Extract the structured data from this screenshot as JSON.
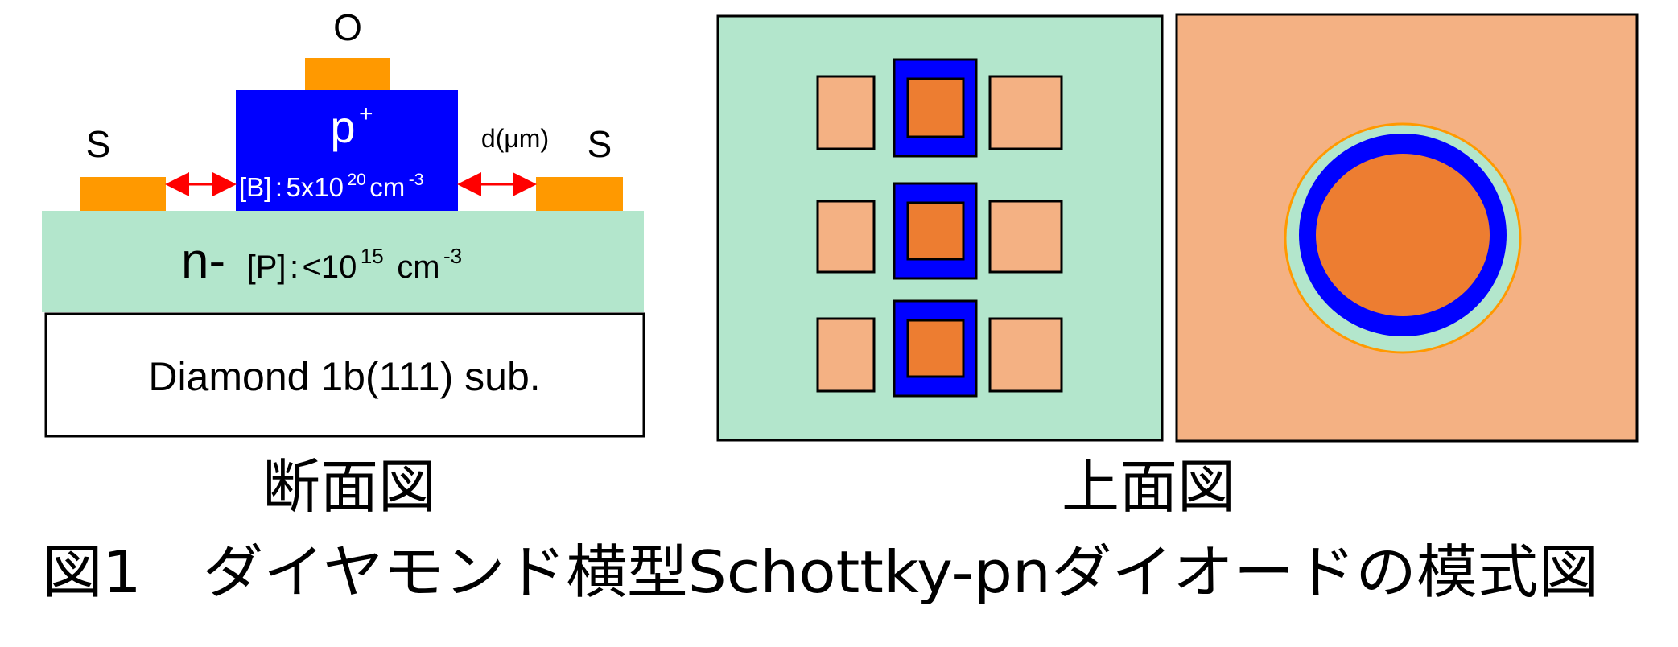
{
  "cross_section": {
    "caption": "断面図",
    "electrode_top": "O",
    "electrode_left": "S",
    "electrode_right": "S",
    "p_layer": {
      "name": "p",
      "superscript": "+",
      "doping_prefix": "[B]",
      "doping_sep": ":",
      "doping_value": "5x10",
      "doping_exp": "20",
      "doping_unit": "cm",
      "doping_unit_exp": "-3"
    },
    "gap_label": "d(μm)",
    "n_layer": {
      "name": "n-",
      "doping_prefix": "[P]",
      "doping_sep": ":",
      "doping_value": "<10",
      "doping_exp": "15",
      "doping_unit": "cm",
      "doping_unit_exp": "-3"
    },
    "substrate": "Diamond 1b(111) sub."
  },
  "top_view": {
    "caption": "上面図"
  },
  "figure_caption": "図1　ダイヤモンド横型Schottky-pnダイオードの模式図",
  "colors": {
    "electrode": "#ff9900",
    "p_layer": "#0000ff",
    "n_layer": "#b3e6cc",
    "schottky_pad": "#f4b183",
    "ohmic_pad": "#ed7d31",
    "arrow": "#ff0000"
  }
}
